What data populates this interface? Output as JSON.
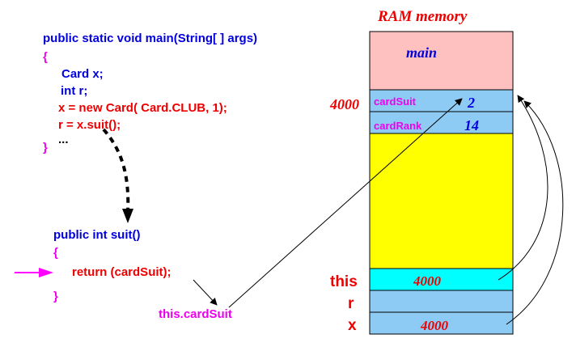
{
  "title": "RAM memory",
  "code_main": [
    {
      "text": "public static void main(String[ ]  args)",
      "color": "#0000dd"
    },
    {
      "text": "{",
      "color": "#ee00ee"
    },
    {
      "text": "Card x;",
      "color": "#0000dd"
    },
    {
      "text": "int r;",
      "color": "#0000dd"
    },
    {
      "text": "x = new Card( Card.CLUB, 1);",
      "color": "#ee0000"
    },
    {
      "text": "r = x.suit();",
      "color": "#ee0000"
    },
    {
      "text": "}",
      "color": "#ee00ee"
    },
    {
      "text": "...",
      "color": "#000000"
    }
  ],
  "code_suit": [
    {
      "text": "public int suit()",
      "color": "#0000dd"
    },
    {
      "text": "{",
      "color": "#ee00ee"
    },
    {
      "text": "return (cardSuit);",
      "color": "#ee0000"
    },
    {
      "text": "}",
      "color": "#ee00ee"
    }
  ],
  "pointer_label": "this.cardSuit",
  "memory": {
    "main_label": "main",
    "address": "4000",
    "fields": [
      {
        "name": "cardSuit",
        "value": "2"
      },
      {
        "name": "cardRank",
        "value": "14"
      }
    ],
    "vars": [
      {
        "name": "this",
        "value": "4000"
      },
      {
        "name": "r",
        "value": ""
      },
      {
        "name": "x",
        "value": "4000"
      }
    ]
  },
  "colors": {
    "main_block": "#ffc0c0",
    "field_cells": "#8ecbf4",
    "heap": "#ffff00",
    "this_cell": "#00ffff",
    "var_cells": "#8ecbf4",
    "title": "#ee0000",
    "arrow_marker": "#ff00ff"
  }
}
